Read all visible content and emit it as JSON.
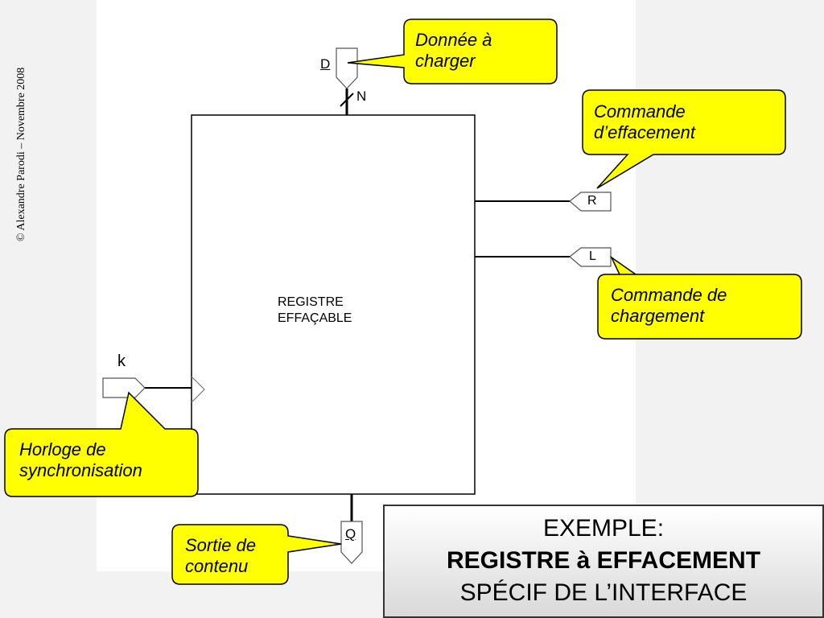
{
  "copyright": "© Alexandre Parodi – Novembre 2008",
  "register": {
    "line1": "REGISTRE",
    "line2": "EFFAÇABLE"
  },
  "pins": {
    "D": "D",
    "N": "N",
    "R": "R",
    "L": "L",
    "k": "k",
    "Q": "Q"
  },
  "callouts": {
    "donnee": [
      "Donnée à",
      "charger"
    ],
    "effacement": [
      "Commande",
      "d’effacement"
    ],
    "chargement": [
      "Commande de",
      "chargement"
    ],
    "horloge": [
      "Horloge de",
      "synchronisation"
    ],
    "sortie": [
      "Sortie de",
      "contenu"
    ]
  },
  "title": {
    "line1": "EXEMPLE:",
    "line2": "REGISTRE à EFFACEMENT",
    "line3": "SPÉCIF DE L’INTERFACE"
  },
  "colors": {
    "callout_fill": "#ffff00",
    "stroke": "#000000",
    "background": "#f2f2f2",
    "canvas": "#ffffff"
  }
}
